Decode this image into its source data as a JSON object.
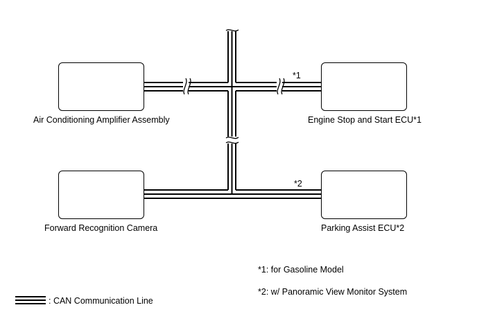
{
  "components": {
    "ac_amplifier": "Air Conditioning Amplifier Assembly",
    "engine_stop_start_ecu": "Engine Stop and Start ECU*1",
    "forward_camera": "Forward Recognition Camera",
    "parking_assist_ecu": "Parking Assist ECU*2"
  },
  "markers": {
    "engine_marker": "*1",
    "parking_marker": "*2"
  },
  "notes": {
    "note1": "*1: for Gasoline Model",
    "note2": "*2: w/ Panoramic View Monitor System"
  },
  "legend": {
    "label": ": CAN Communication Line"
  },
  "colors": {
    "line": "#000000",
    "background": "#ffffff"
  }
}
